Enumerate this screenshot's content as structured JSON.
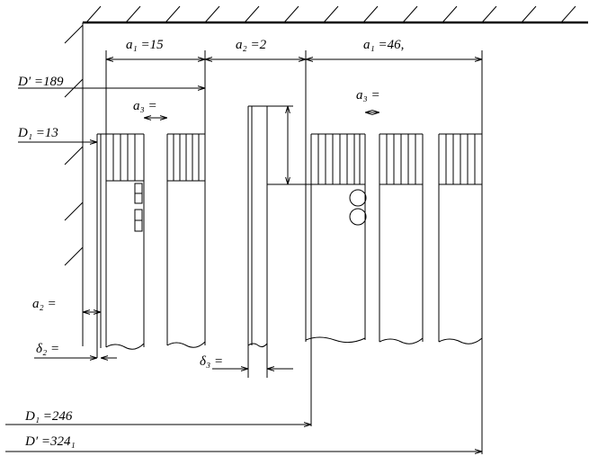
{
  "dimensions": {
    "a1": "a₁ =15",
    "a2": "a₂ =2",
    "a3": "a₁ =46,",
    "a4": "a₃ =",
    "a5": "a₃ =",
    "a6": "a₂ =",
    "delta1": "δ₂ =",
    "delta2": "δ₃ =",
    "d1": "D′ =189",
    "d2": "D₁ =13",
    "d3": "D₁ =246",
    "d4": "D′ =324₁"
  }
}
